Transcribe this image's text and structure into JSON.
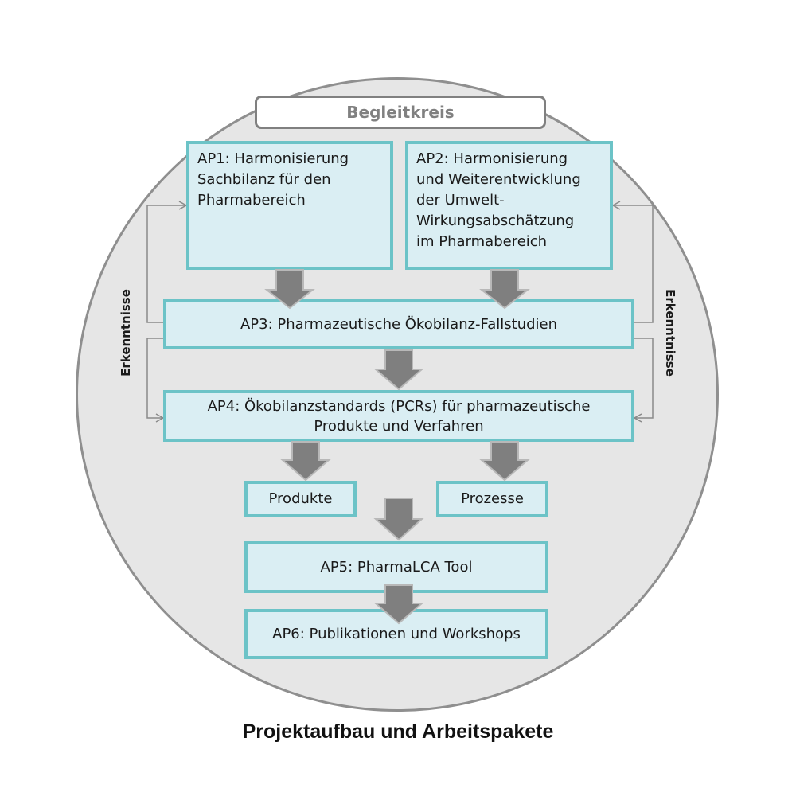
{
  "diagram": {
    "begleitkreis": "Begleitkreis",
    "ap1": "AP1: Harmonisierung\nSachbilanz für den\nPharmabereich",
    "ap2": "AP2: Harmonisierung\nund Weiterentwicklung\nder Umwelt-\nWirkungsabschätzung\nim Pharmabereich",
    "ap3": "AP3: Pharmazeutische Ökobilanz-Fallstudien",
    "ap4": "AP4: Ökobilanzstandards (PCRs) für pharmazeutische\nProdukte und Verfahren",
    "produkte": "Produkte",
    "prozesse": "Prozesse",
    "ap5": "AP5: PharmaLCA Tool",
    "ap6": "AP6: Publikationen und Workshops",
    "erkenntnisse_left": "Erkenntnisse",
    "erkenntnisse_right": "Erkenntnisse"
  },
  "title": "Projektaufbau und Arbeitspakete",
  "colors": {
    "box_fill": "#daeef3",
    "box_border": "#6cc3c7",
    "arrow_fill": "#7f7f7f",
    "circle_fill": "#e6e6e6"
  }
}
